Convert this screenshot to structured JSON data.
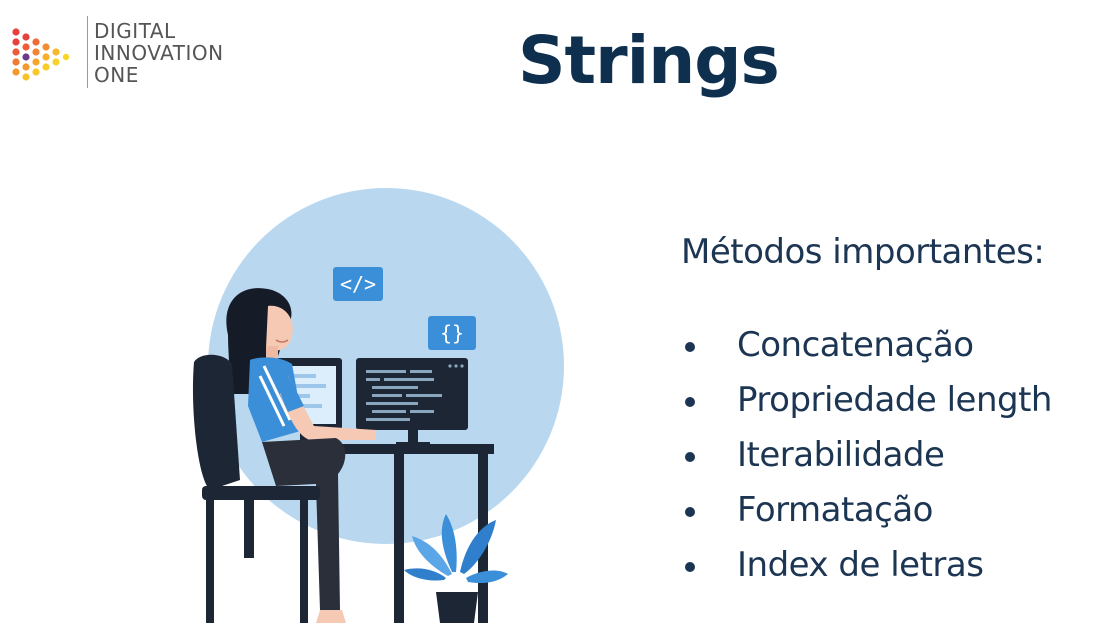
{
  "logo": {
    "lines": [
      "DIGITAL",
      "INNOVATION",
      "ONE"
    ]
  },
  "slide": {
    "title": "Strings"
  },
  "content": {
    "heading": "Métodos importantes:",
    "items": [
      "Concatenação",
      "Propriedade length",
      "Iterabilidade",
      "Formatação",
      "Index de letras"
    ]
  },
  "illustration": {
    "badges": [
      "</>",
      "{}"
    ]
  },
  "colors": {
    "title": "#0e2f4e",
    "text": "#1c3553",
    "circle": "#b9d8f0",
    "accent_blue": "#3b8fd9",
    "logo_gray": "#555555"
  }
}
